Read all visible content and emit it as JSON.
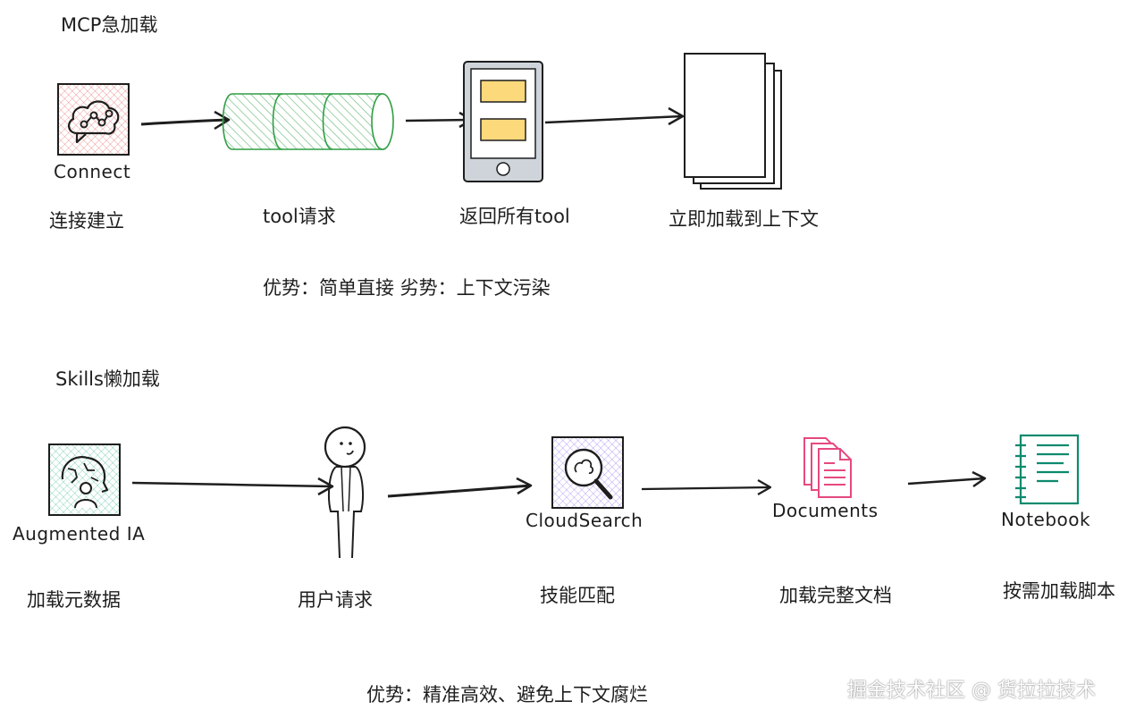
{
  "mcp": {
    "title": "MCP急加载",
    "icon_labels": {
      "connect": "Connect"
    },
    "steps": [
      "连接建立",
      "tool请求",
      "返回所有tool",
      "立即加载到上下文"
    ],
    "note": "优势：简单直接 劣势：上下文污染"
  },
  "skills": {
    "title": "Skills懒加载",
    "icon_labels": {
      "augmented": "Augmented IA",
      "cloudsearch": "CloudSearch",
      "documents": "Documents",
      "notebook": "Notebook"
    },
    "steps": [
      "加载元数据",
      "用户请求",
      "技能匹配",
      "加载完整文档",
      "按需加载脚本"
    ],
    "note": "优势：精准高效、避免上下文腐烂"
  },
  "watermark": "掘金技术社区 @ 货拉拉技术",
  "colors": {
    "connect": "#e03131",
    "tool_tube": "#2f9e44",
    "phone_card": "#fab005",
    "augmented": "#0ca678",
    "cloudsearch": "#7048e8",
    "documents": "#e64980",
    "notebook": "#0c8a6e"
  }
}
